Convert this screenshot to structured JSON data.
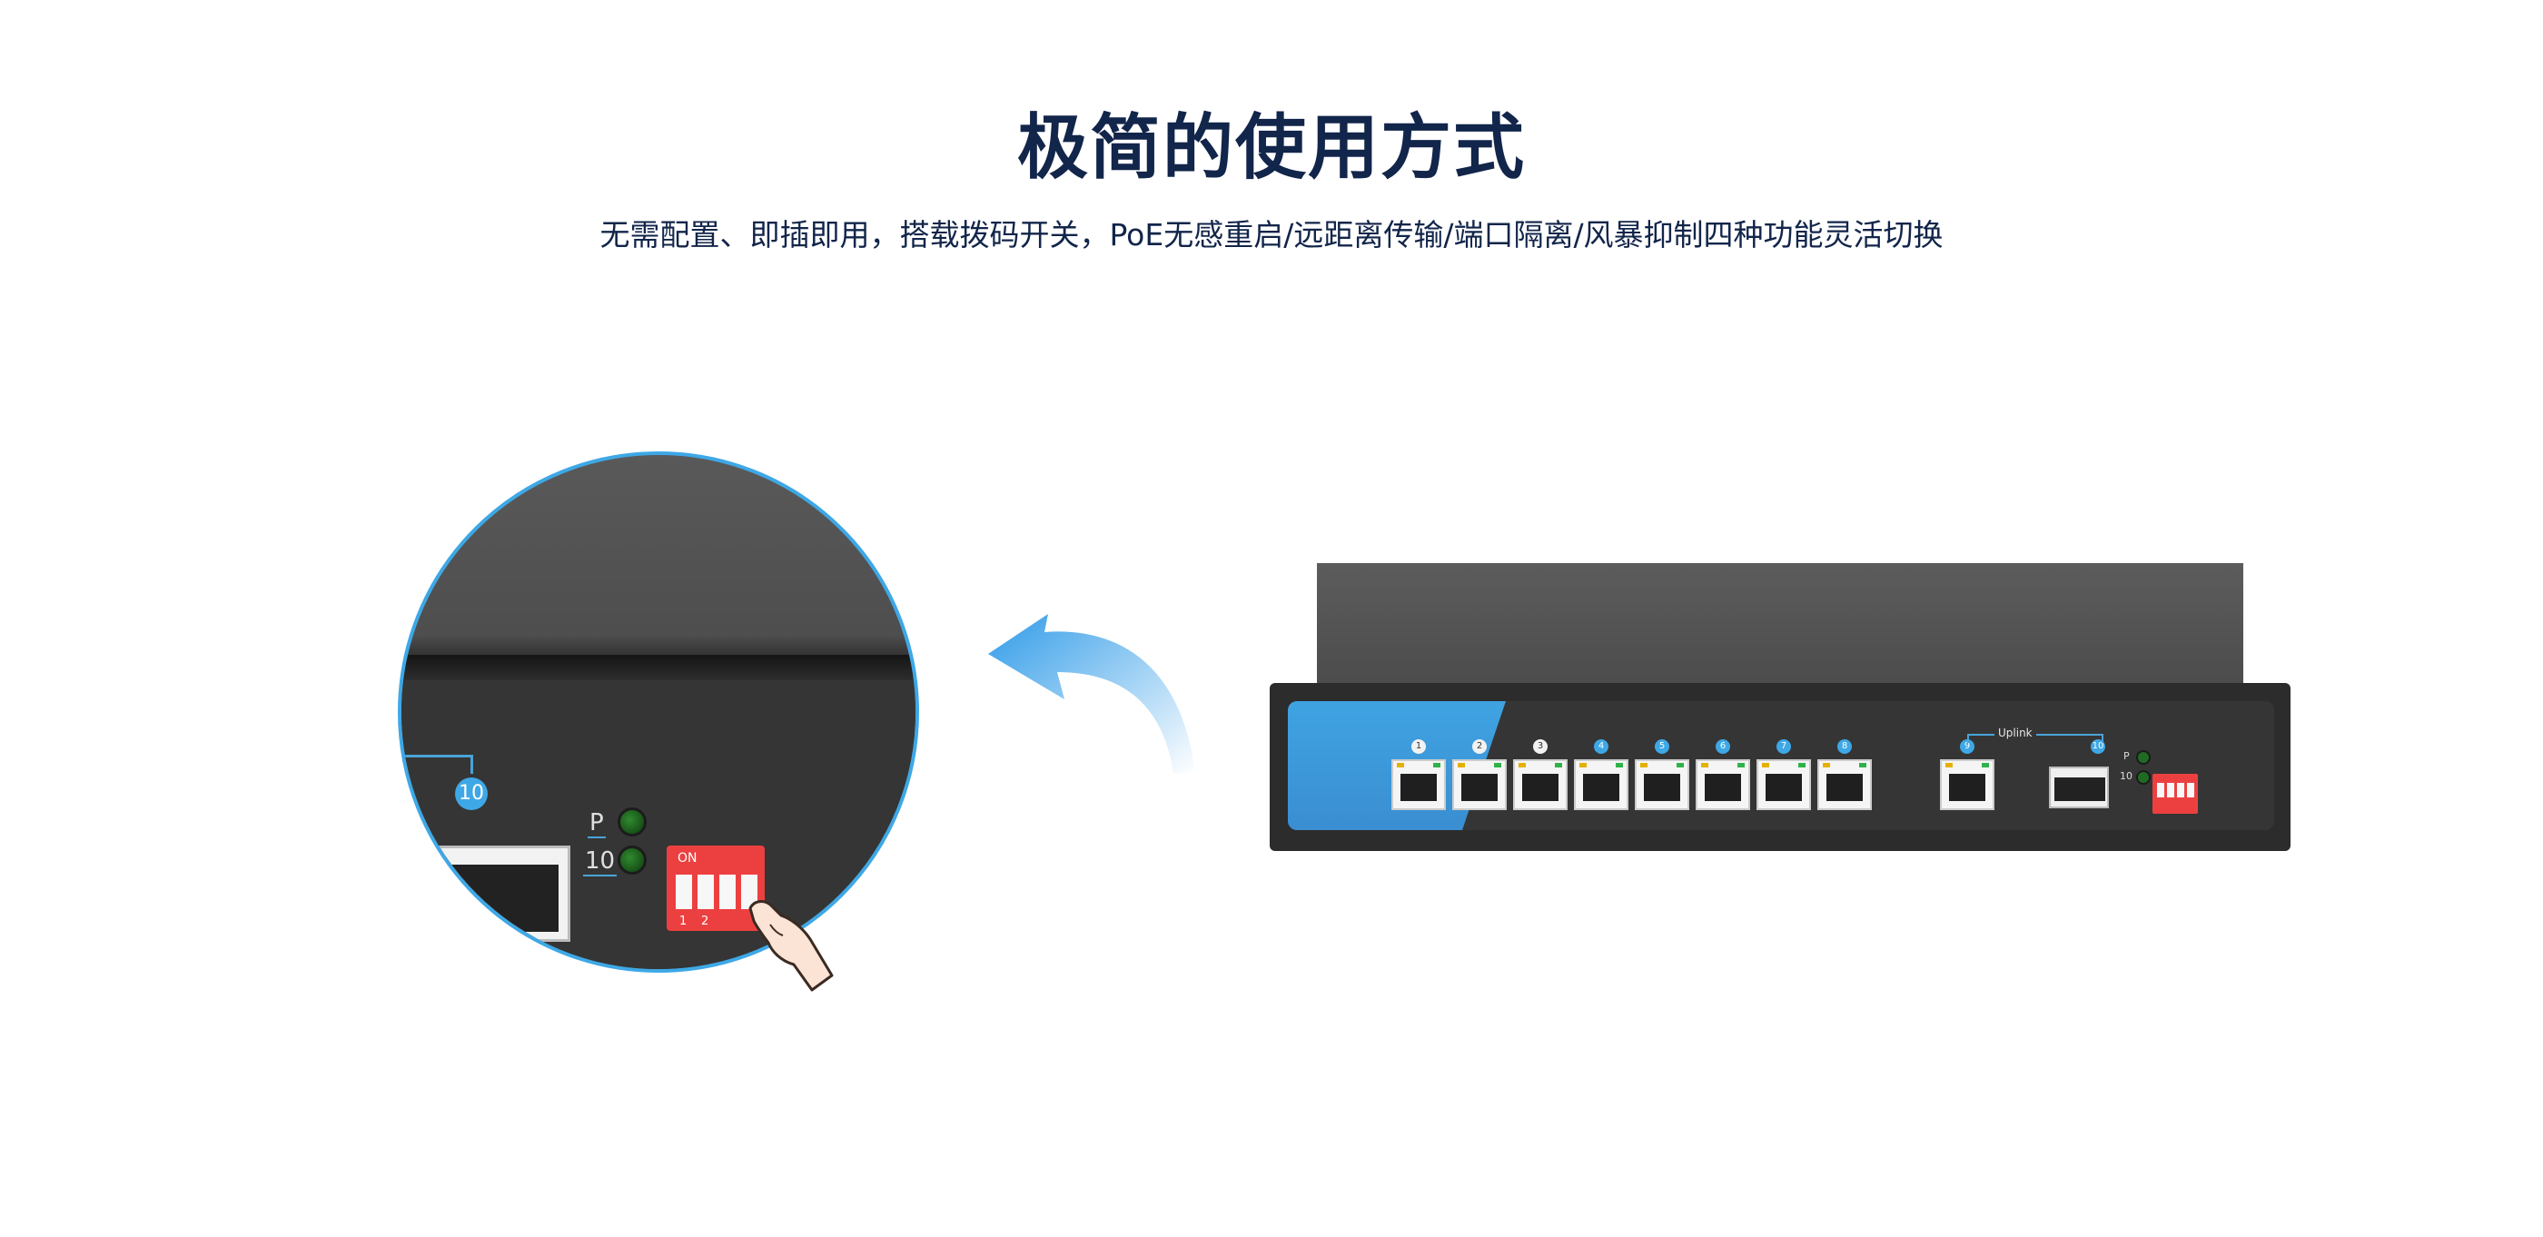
{
  "header": {
    "title": "极简的使用方式",
    "subtitle": "无需配置、即插即用，搭载拨码开关，PoE无感重启/远距离传输/端口隔离/风暴抑制四种功能灵活切换"
  },
  "zoom_view": {
    "port_number": "10",
    "led_label_p": "P",
    "led_label_10": "10",
    "dip_on": "ON",
    "dip_numbers": [
      "1",
      "2"
    ]
  },
  "switch_device": {
    "ports": [
      "1",
      "2",
      "3",
      "4",
      "5",
      "6",
      "7",
      "8",
      "9",
      "10"
    ],
    "uplink_label": "Uplink",
    "led_labels": [
      "P",
      "10"
    ]
  },
  "colors": {
    "title": "#12254a",
    "accent_blue": "#3ea8e6",
    "dip_red": "#ec4040"
  }
}
